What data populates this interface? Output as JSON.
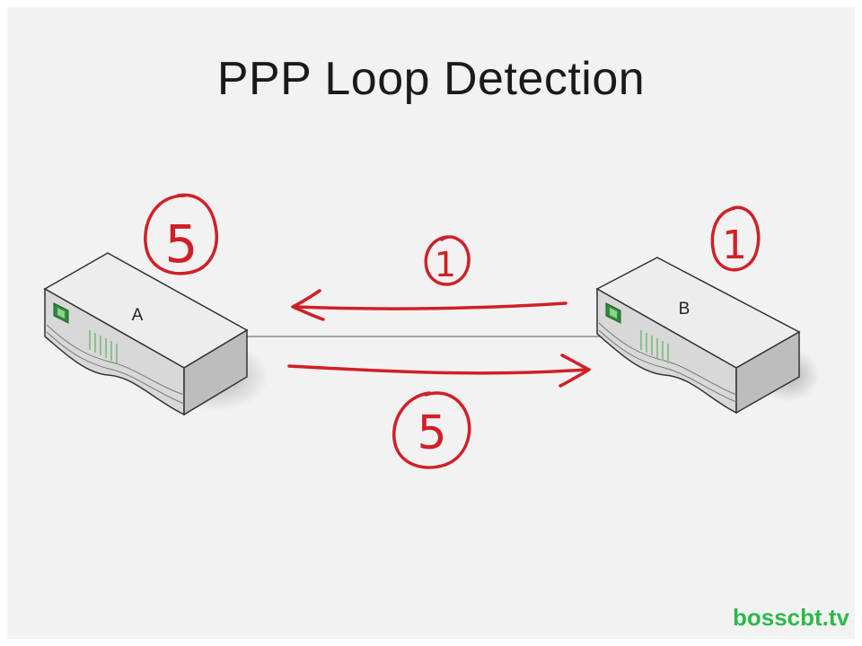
{
  "title": "PPP Loop Detection",
  "devices": [
    {
      "id": "A",
      "label": "A",
      "annotation": "5"
    },
    {
      "id": "B",
      "label": "B",
      "annotation": "1"
    }
  ],
  "messages": [
    {
      "direction": "B-to-A",
      "label": "1"
    },
    {
      "direction": "A-to-B",
      "label": "5"
    }
  ],
  "watermark": "bosscbt.tv",
  "colors": {
    "ink": "#d11f26",
    "device_body": "#d9d9d9",
    "device_top": "#ececec",
    "port_green": "#2e8b3a"
  }
}
